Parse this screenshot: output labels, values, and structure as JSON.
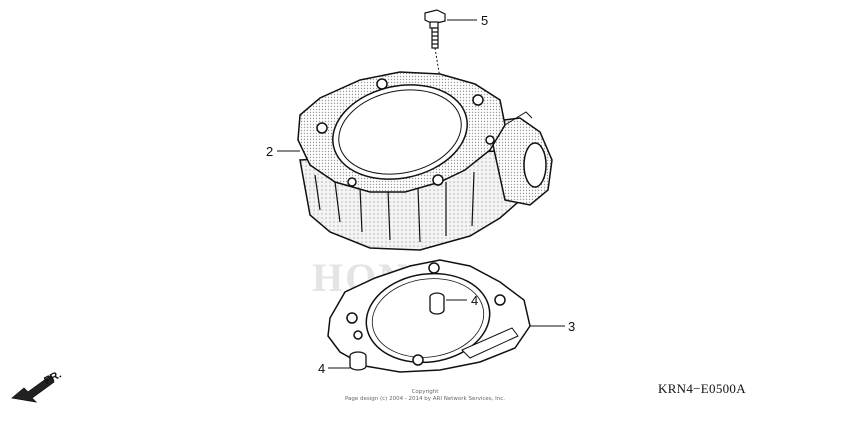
{
  "diagram": {
    "watermark": "HONDA",
    "direction_label": "FR.",
    "part_code": "KRN4−E0500A",
    "copyright_line1": "Copyright",
    "copyright_line2": "Page design (c) 2004 - 2014 by ARI Network Services, Inc.",
    "callouts": {
      "c2": "2",
      "c3": "3",
      "c4a": "4",
      "c4b": "4",
      "c5": "5"
    }
  }
}
